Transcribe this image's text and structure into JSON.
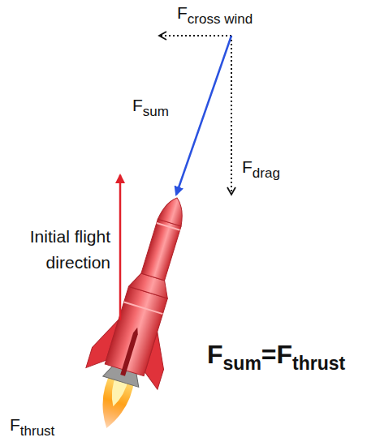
{
  "diagram": {
    "labels": [
      "F",
      "cross wind",
      "F",
      "sum",
      "F",
      "drag",
      "Initial flight direction",
      "F",
      "thrust",
      "F",
      "sum",
      "=",
      "F",
      "thrust"
    ]
  }
}
